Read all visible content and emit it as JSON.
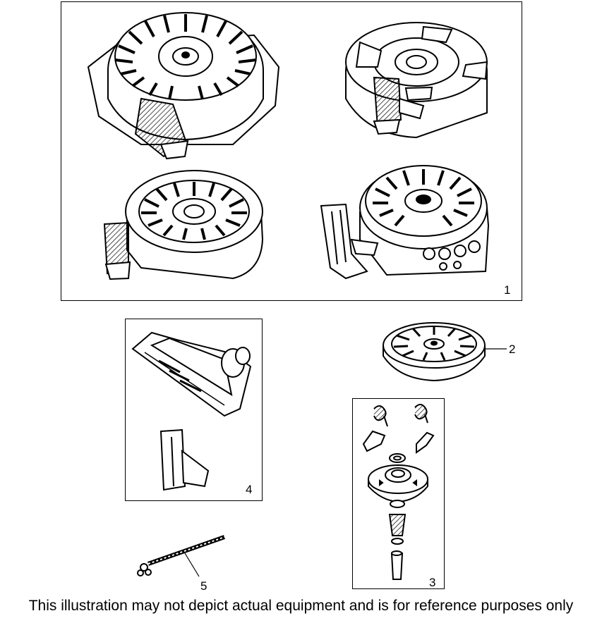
{
  "callouts": {
    "c1": "1",
    "c2": "2",
    "c3": "3",
    "c4": "4",
    "c5": "5"
  },
  "caption": "This illustration may not depict actual equipment and is for reference purposes only",
  "icons": {
    "starter_a": "recoil-starter-flanged-icon",
    "starter_b": "recoil-starter-spoked-icon",
    "starter_c": "recoil-starter-low-icon",
    "starter_d": "recoil-starter-tall-icon",
    "pulley": "rope-pulley-icon",
    "handle_kit": "starter-handle-icon",
    "pawl_kit": "pawl-spring-kit-icon",
    "rope": "starter-rope-icon"
  }
}
